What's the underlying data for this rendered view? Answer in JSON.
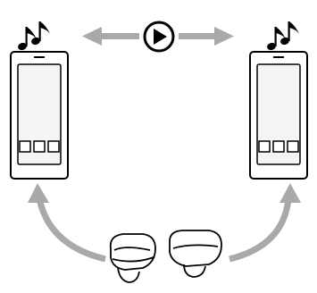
{
  "diagram": {
    "left_device": {
      "role": "smartphone",
      "state": "playing music",
      "app_buttons": 3
    },
    "right_device": {
      "role": "smartphone",
      "state": "playing music",
      "app_buttons": 3
    },
    "center_control": {
      "icon": "play-icon"
    },
    "connections": [
      {
        "from": "earbuds",
        "to": "left_device",
        "type": "curved-arrow"
      },
      {
        "from": "earbuds",
        "to": "right_device",
        "type": "curved-arrow"
      },
      {
        "between": [
          "left_device",
          "right_device"
        ],
        "type": "double-arrow"
      }
    ],
    "icons": [
      "music-notes-icon",
      "play-icon",
      "earbuds-icon"
    ],
    "colors": {
      "arrow": "#a9a9a9",
      "outline": "#000000",
      "screen_fill": "#f5f5f5",
      "background": "#ffffff"
    }
  }
}
